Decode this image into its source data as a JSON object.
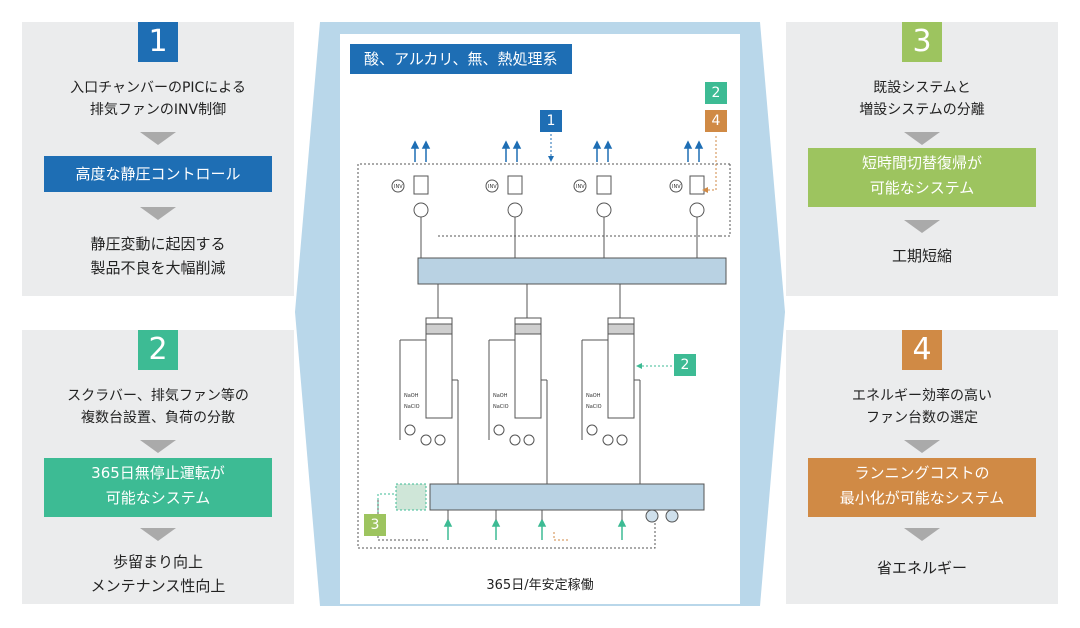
{
  "colors": {
    "blue": "#1e6eb4",
    "green": "#3dbb94",
    "lime": "#9dc45f",
    "orange": "#d08a45",
    "card_bg": "#ebeced",
    "frame_bg": "#b9d7ea"
  },
  "cards": [
    {
      "num": "1",
      "desc": [
        "入口チャンバーのPICによる",
        "排気ファンのINV制御"
      ],
      "box": [
        "高度な静圧コントロール"
      ],
      "result": [
        "静圧変動に起因する",
        "製品不良を大幅削減"
      ]
    },
    {
      "num": "2",
      "desc": [
        "スクラバー、排気ファン等の",
        "複数台設置、負荷の分散"
      ],
      "box": [
        "365日無停止運転が",
        "可能なシステム"
      ],
      "result": [
        "歩留まり向上",
        "メンテナンス性向上"
      ]
    },
    {
      "num": "3",
      "desc": [
        "既設システムと",
        "増設システムの分離"
      ],
      "box": [
        "短時間切替復帰が",
        "可能なシステム"
      ],
      "result": [
        "工期短縮"
      ]
    },
    {
      "num": "4",
      "desc": [
        "エネルギー効率の高い",
        "ファン台数の選定"
      ],
      "box": [
        "ランニングコストの",
        "最小化が可能なシステム"
      ],
      "result": [
        "省エネルギー"
      ]
    }
  ],
  "center": {
    "title": "酸、アルカリ、無、熱処理系",
    "caption": "365日/年安定稼働",
    "tags": [
      "1",
      "2",
      "4",
      "2",
      "3"
    ],
    "inv_label": "INV",
    "naoh_label": "NaOH",
    "naclo_label": "NaClO"
  }
}
